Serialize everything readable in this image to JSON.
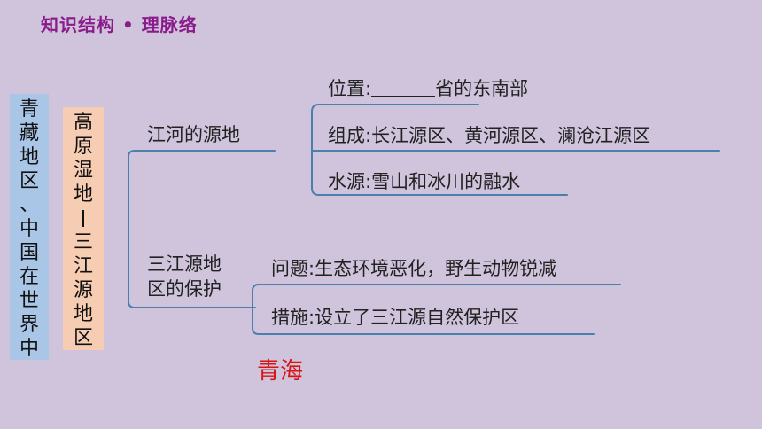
{
  "header": {
    "title": "知识结构 • 理脉络"
  },
  "left_box": {
    "text": "青藏地区、中国在世界中"
  },
  "center_box": {
    "top_text": "高原湿地",
    "bottom_text": "三江源地区"
  },
  "branches": {
    "river_source": {
      "label": "江河的源地",
      "location_prefix": "位置:",
      "location_suffix": "省的东南部",
      "composition": "组成:长江源区、黄河源区、澜沧江源区",
      "water_source": "水源:雪山和冰川的融水"
    },
    "protection": {
      "label_line1": "三江源地",
      "label_line2": "区的保护",
      "problem": "问题:生态环境恶化，野生动物锐减",
      "measure": "措施:设立了三江源自然保护区"
    }
  },
  "answer": "青海",
  "colors": {
    "line": "#4a7fae",
    "header": "#8b1a8b",
    "answer": "#d81414"
  }
}
